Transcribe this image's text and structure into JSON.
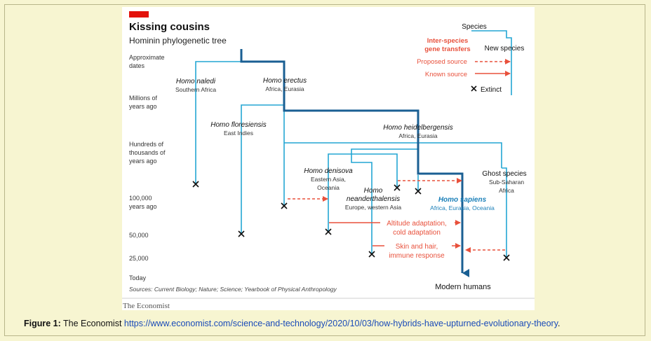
{
  "header": {
    "title": "Kissing cousins",
    "subtitle": "Hominin phylogenetic tree"
  },
  "axis": {
    "title_line1": "Approximate",
    "title_line2": "dates",
    "millions_line1": "Millions of",
    "millions_line2": "years ago",
    "hundreds_line1": "Hundreds of",
    "hundreds_line2": "thousands of",
    "hundreds_line3": "years ago",
    "tick_100000_line1": "100,000",
    "tick_100000_line2": "years ago",
    "tick_50000": "50,000",
    "tick_25000": "25,000",
    "tick_today": "Today"
  },
  "legend": {
    "species": "Species",
    "transfers_line1": "Inter-species",
    "transfers_line2": "gene transfers",
    "new_species": "New species",
    "proposed": "Proposed source",
    "known": "Known source",
    "extinct": "Extinct"
  },
  "species": {
    "naledi_name": "Homo naledi",
    "naledi_region": "Southern Africa",
    "erectus_name": "Homo erectus",
    "erectus_region": "Africa, Eurasia",
    "floresiensis_name": "Homo floresiensis",
    "floresiensis_region": "East Indies",
    "heidelbergensis_name": "Homo heidelbergensis",
    "heidelbergensis_region": "Africa, Eurasia",
    "denisova_name": "Homo denisova",
    "denisova_region_line1": "Eastern Asia,",
    "denisova_region_line2": "Oceania",
    "neanderthalensis_name_line1": "Homo",
    "neanderthalensis_name_line2": "neanderthalensis",
    "neanderthalensis_region": "Europe, western Asia",
    "ghost_name": "Ghost species",
    "ghost_region_line1": "Sub-Saharan",
    "ghost_region_line2": "Africa",
    "sapiens_name": "Homo sapiens",
    "sapiens_region": "Africa, Eurasia, Oceania"
  },
  "transfers": {
    "altitude_line1": "Altitude adaptation,",
    "altitude_line2": "cold adaptation",
    "skin_line1": "Skin and hair,",
    "skin_line2": "immune response"
  },
  "modern_humans": "Modern humans",
  "sources": "Sources: Current Biology; Nature; Science; Yearbook of Physical Anthropology",
  "publisher": "The Economist",
  "colors": {
    "lineage": "#24a6d3",
    "sapiens": "#1a5f93",
    "transfer": "#e8513c",
    "brand": "#e3120b"
  },
  "caption": {
    "label": "Figure 1:",
    "text": " The Economist ",
    "url": "https://www.economist.com/science-and-technology/2020/10/03/how-hybrids-have-upturned-evolutionary-theory",
    "end": "."
  }
}
